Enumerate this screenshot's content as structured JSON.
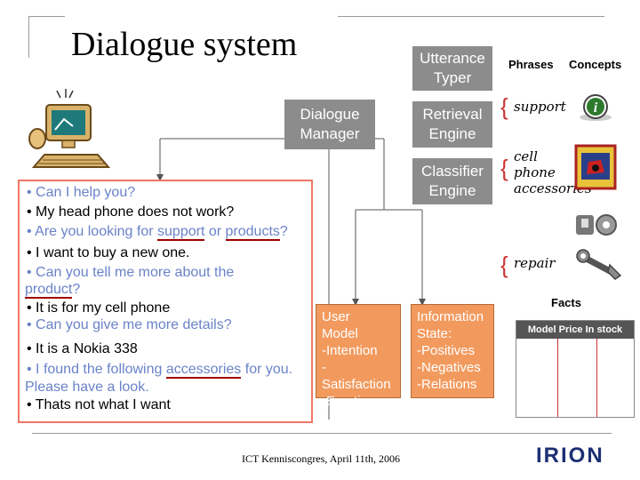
{
  "title": "Dialogue system",
  "boxes": {
    "utterance_typer": [
      "Utterance",
      "Typer"
    ],
    "retrieval_engine": [
      "Retrieval",
      "Engine"
    ],
    "classifier_engine": [
      "Classifier",
      "Engine"
    ],
    "dialogue_manager": [
      "Dialogue",
      "Manager"
    ]
  },
  "dialogue": [
    [
      "• Can I help you?"
    ],
    [
      "• My head phone does not work?"
    ],
    [
      "• Are you looking for ",
      "support",
      " or ",
      "products",
      "?"
    ],
    [
      "• I want to buy a new one."
    ],
    [
      "• Can you tell me more about the"
    ],
    [
      "product",
      "?"
    ],
    [
      "• It is for my cell phone"
    ],
    [
      "• Can you give me more details?"
    ],
    [
      "• It is a Nokia 338"
    ],
    [
      "• I found the following ",
      "accessories",
      " for you."
    ],
    [
      "Please have a look."
    ],
    [
      "• Thats not what I want"
    ]
  ],
  "user_model": [
    "User",
    "Model",
    "-Intention",
    "-Satisfaction",
    "-Emotion"
  ],
  "information_state": [
    "Information",
    "State:",
    "-Positives",
    "-Negatives",
    "-Relations"
  ],
  "headers": {
    "phrases": "Phrases",
    "concepts": "Concepts",
    "facts": "Facts"
  },
  "phrases": {
    "support": "support",
    "cell": "cell",
    "phone": "phone",
    "accessories": "accessories",
    "repair": "repair"
  },
  "facts_table": {
    "header": "Model  Price  In stock"
  },
  "footer": "ICT Kenniscongres, April 11th, 2006",
  "logo": "IRION",
  "colors": {
    "grey_box": "#8c8c8c",
    "orange_box": "#f29a5e",
    "panel_border": "#ee7766",
    "underline": "#a00000",
    "logo": "#1d2f73"
  }
}
